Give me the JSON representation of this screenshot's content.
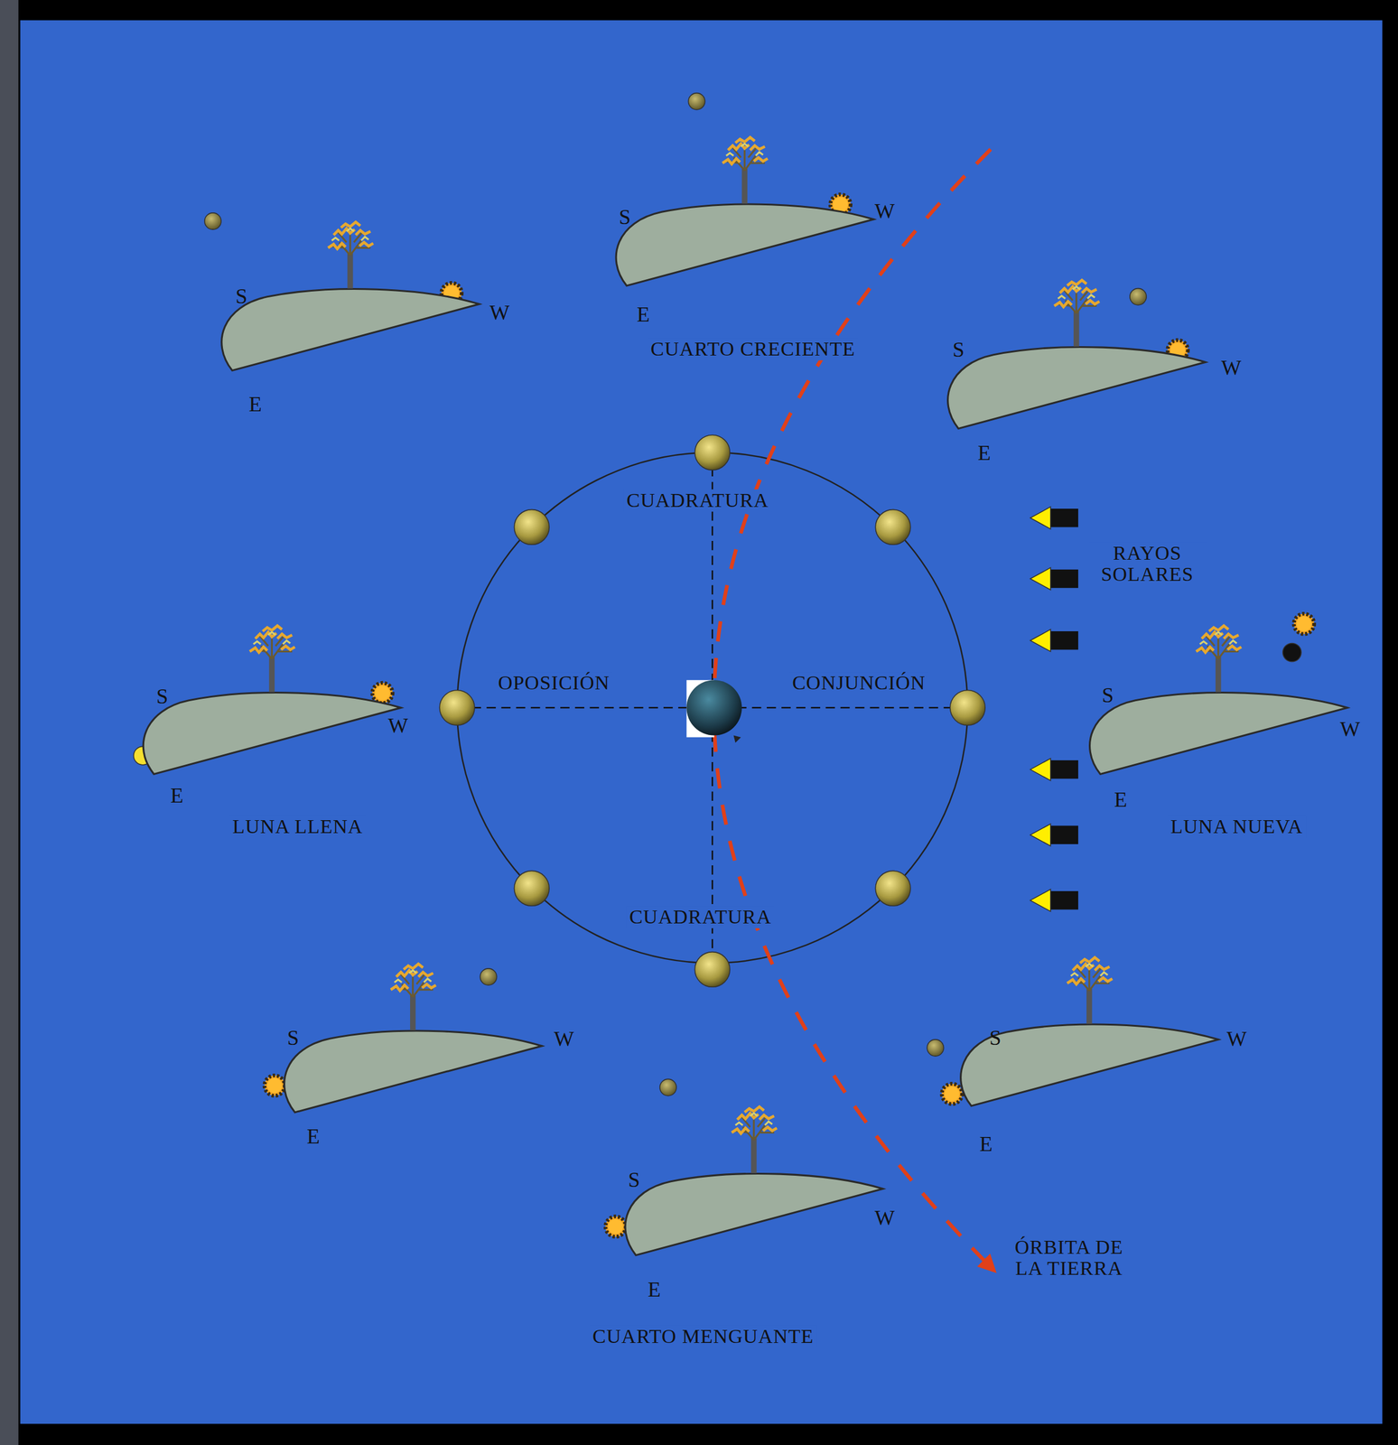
{
  "diagram": {
    "labels": [
      "S",
      "W",
      "S",
      "W",
      "E",
      "CUARTO CRECIENTE",
      "S",
      "W",
      "E",
      "E",
      "CUADRATURA",
      "RAYOS SOLARES",
      "OPOSICIÓN",
      "CONJUNCIÓN",
      "S",
      "S",
      "W",
      "W",
      "E",
      "E",
      "LUNA LLENA",
      "LUNA NUEVA",
      "CUADRATURA",
      "S",
      "W",
      "S",
      "W",
      "E",
      "E",
      "S",
      "W",
      "ÓRBITA DE LA TIERRA",
      "E",
      "CUARTO MENGUANTE"
    ]
  }
}
